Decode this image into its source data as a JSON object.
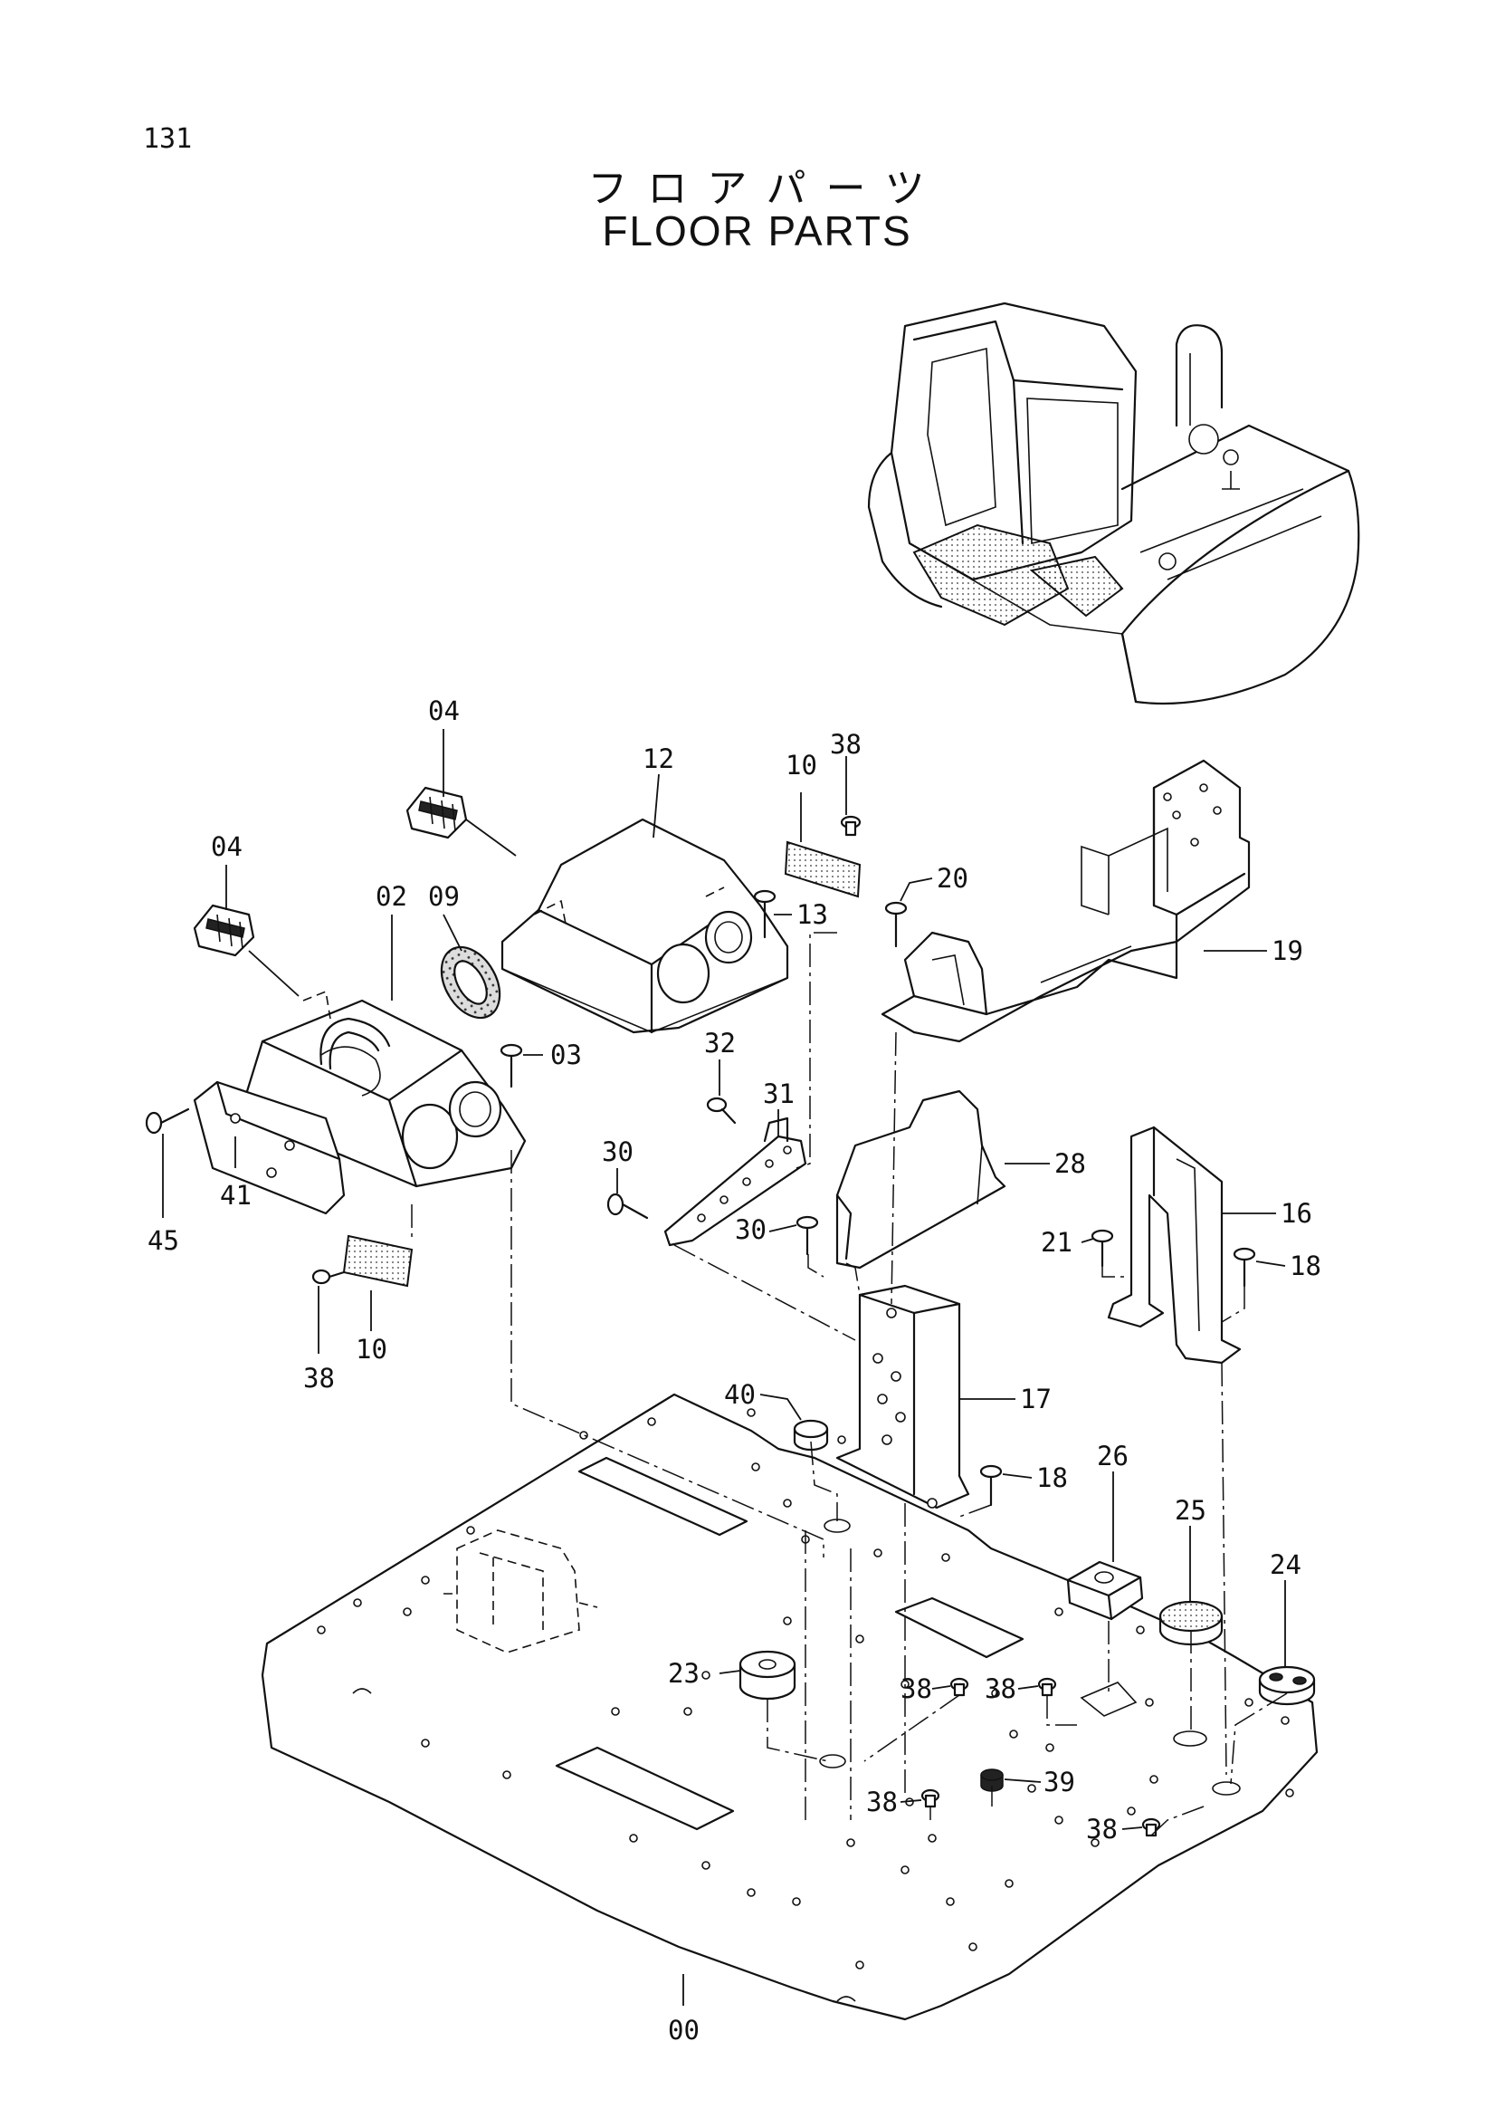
{
  "page_number": "131",
  "title_jp": "フロアパーツ",
  "title_en": "FLOOR PARTS",
  "callouts": {
    "p00": "00",
    "p02": "02",
    "p03": "03",
    "p04a": "04",
    "p04b": "04",
    "p09": "09",
    "p10a": "10",
    "p10b": "10",
    "p12": "12",
    "p13": "13",
    "p16": "16",
    "p17": "17",
    "p18a": "18",
    "p18b": "18",
    "p19": "19",
    "p20": "20",
    "p21": "21",
    "p23": "23",
    "p24": "24",
    "p25": "25",
    "p26": "26",
    "p28": "28",
    "p30a": "30",
    "p30b": "30",
    "p31": "31",
    "p32": "32",
    "p38a": "38",
    "p38b": "38",
    "p38c": "38",
    "p38d": "38",
    "p38e": "38",
    "p38f": "38",
    "p39": "39",
    "p40": "40",
    "p41": "41",
    "p45": "45"
  }
}
